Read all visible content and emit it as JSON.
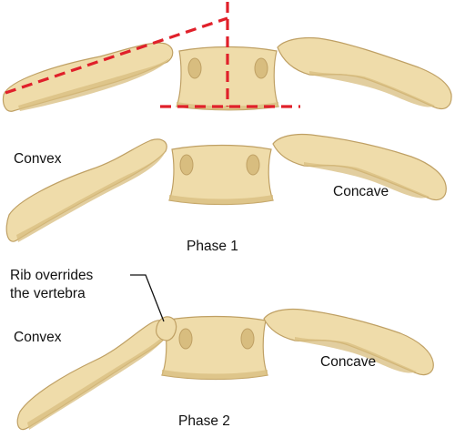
{
  "labels": {
    "convex_1": "Convex",
    "concave_1": "Concave",
    "phase_1": "Phase 1",
    "annotation_line1": "Rib overrides",
    "annotation_line2": "the vertebra",
    "convex_2": "Convex",
    "concave_2": "Concave",
    "phase_2": "Phase 2"
  },
  "colors": {
    "bone_fill": "#efdcaa",
    "bone_shade": "#d8bd7f",
    "bone_outline": "#bfa064",
    "guide_lines": "#e0202a",
    "text": "#111111"
  }
}
